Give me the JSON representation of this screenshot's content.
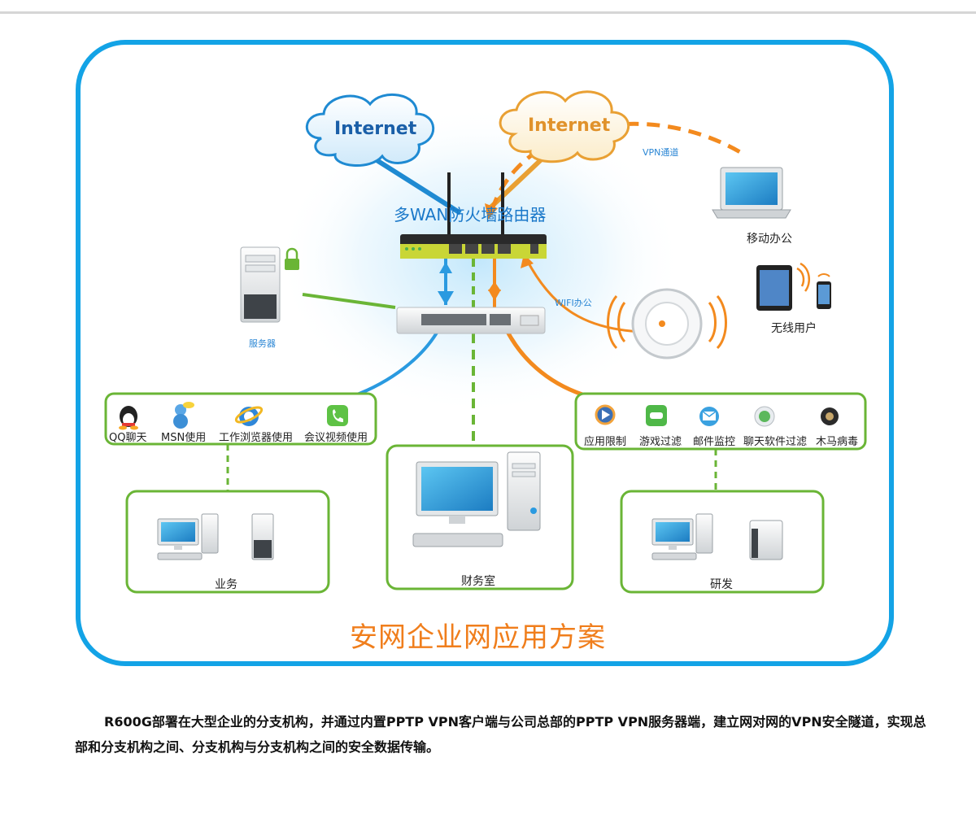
{
  "clouds": {
    "left": "Internet",
    "right": "Internet"
  },
  "router": {
    "title": "多WAN防火墙路由器"
  },
  "links": {
    "vpn": "VPN通道",
    "wifi": "WIFI办公"
  },
  "devices": {
    "server": "服务器",
    "mobile_office": "移动办公",
    "wireless_users": "无线用户"
  },
  "left_apps": [
    "QQ聊天",
    "MSN使用",
    "工作浏览器使用",
    "会议视频使用"
  ],
  "right_apps": [
    "应用限制",
    "游戏过滤",
    "邮件监控",
    "聊天软件过滤",
    "木马病毒"
  ],
  "departments": {
    "business": "业务",
    "finance": "财务室",
    "rnd": "研发"
  },
  "title": "安网企业网应用方案",
  "description": "R600G部署在大型企业的分支机构，并通过内置PPTP VPN客户端与公司总部的PPTP VPN服务器端，建立网对网的VPN安全隧道，实现总部和分支机构之间、分支机构与分支机构之间的安全数据传输。",
  "colors": {
    "frame": "#13a3e6",
    "green": "#6ab536",
    "orange": "#f38a1e",
    "blue": "#1f8ad2",
    "title": "#f07e1c"
  }
}
